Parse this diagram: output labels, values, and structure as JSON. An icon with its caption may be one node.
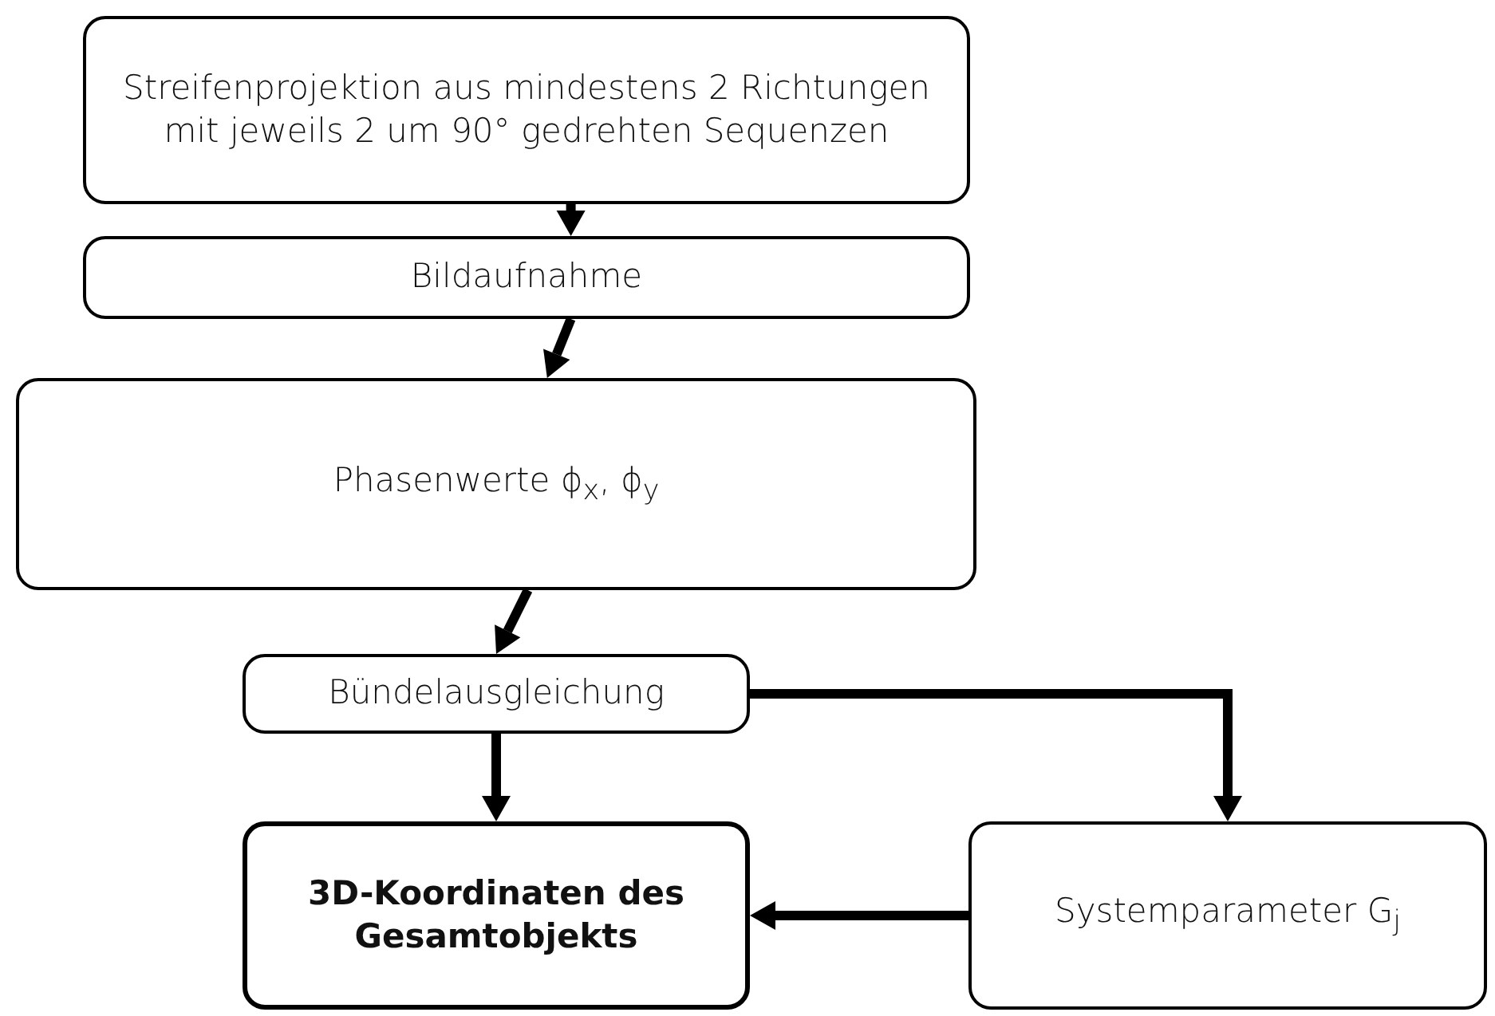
{
  "diagram": {
    "nodes": [
      {
        "text": [
          "Streifenprojektion aus mindestens 2 Richtungen mit jeweils 2 um 90° gedrehten Sequenzen"
        ]
      },
      {
        "text": [
          "Bildaufnahme"
        ]
      },
      {
        "text": [
          "Phasenwerte ϕ$_{x}$, ϕ$_{y}$"
        ]
      },
      {
        "text": [
          "Bündelausgleichung"
        ]
      },
      {
        "text": [
          "3D-Koordinaten des Gesamtobjekts"
        ]
      },
      {
        "text": [
          "Systemparameter G$_{j}$"
        ]
      }
    ],
    "edges": [
      {
        "from": 0,
        "to": 1,
        "arrow": "to"
      },
      {
        "from": 1,
        "to": 2,
        "arrow": "to"
      },
      {
        "from": 2,
        "to": 3,
        "arrow": "to"
      },
      {
        "from": 3,
        "to": 4,
        "arrow": "to"
      },
      {
        "from": 3,
        "to": 5,
        "arrow": "to"
      },
      {
        "from": 5,
        "to": 4,
        "arrow": "to"
      }
    ]
  }
}
